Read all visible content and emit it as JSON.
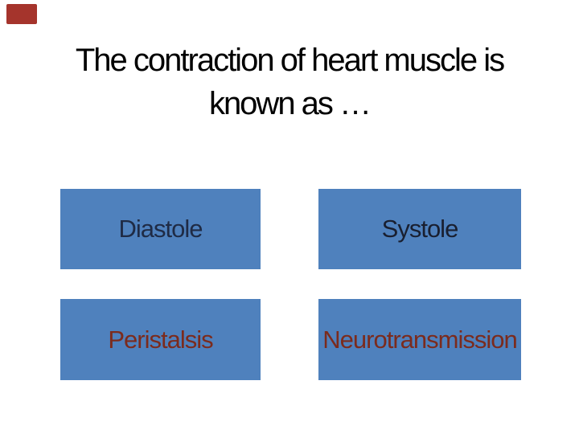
{
  "slide": {
    "background_color": "#ffffff",
    "accent_shape": {
      "description": "red-rectangle",
      "color": "#a5342c"
    },
    "title": {
      "line1": "The contraction of heart muscle is",
      "line2": "known as …",
      "color": "#000000"
    },
    "colors": {
      "box_fill": "#4f81bd"
    },
    "options": [
      {
        "id": "diastole",
        "label": "Diastole",
        "text_color": "#1f2b45",
        "position": "top-left"
      },
      {
        "id": "systole",
        "label": "Systole",
        "text_color": "#191f30",
        "position": "top-right"
      },
      {
        "id": "peristalsis",
        "label": "Peristalsis",
        "text_color": "#7b2b1d",
        "position": "bottom-left"
      },
      {
        "id": "neurotransmission",
        "label": "Neurotransmission",
        "text_color": "#7b2b1d",
        "position": "bottom-right"
      }
    ]
  }
}
